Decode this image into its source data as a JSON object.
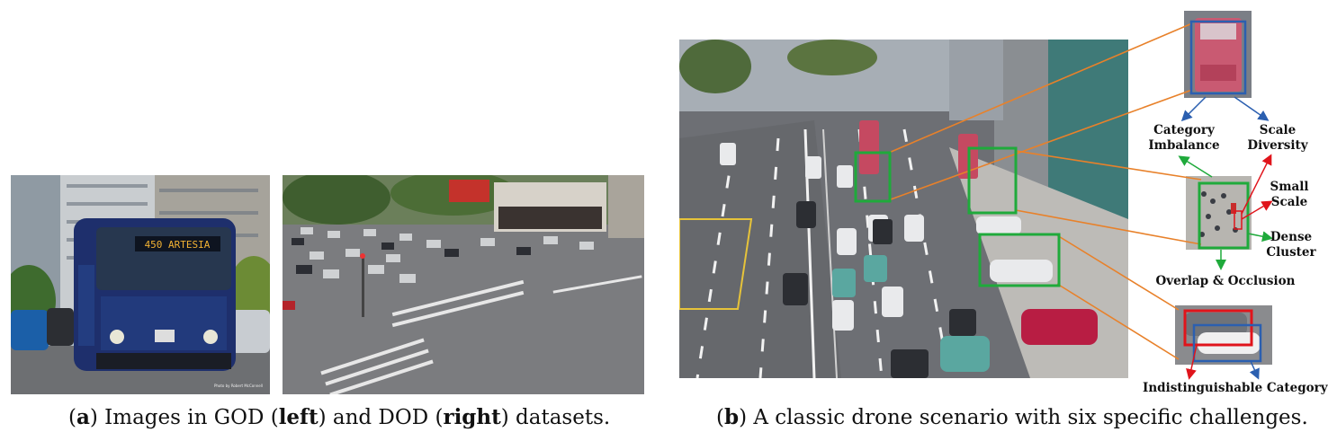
{
  "figure": {
    "caption_a": {
      "tag": "a",
      "part1": " Images in GOD (",
      "left": "left",
      "part2": ") and DOD (",
      "right": "right",
      "part3": ") datasets."
    },
    "caption_b": {
      "tag": "b",
      "text": " A classic drone scenario with six specific challenges."
    },
    "bus_sign": "450 ARTESIA",
    "photo_credit": "Photo by Robert McConnell",
    "challenges": {
      "category_imbalance": [
        "Category",
        "Imbalance"
      ],
      "scale_diversity": [
        "Scale",
        "Diversity"
      ],
      "small_scale": [
        "Small",
        "Scale"
      ],
      "dense_cluster": [
        "Dense",
        "Cluster"
      ],
      "overlap_occlusion": "Overlap & Occlusion",
      "indistinguishable_category": "Indistinguishable Category"
    },
    "colors": {
      "green_box": "#1faa3b",
      "blue_box": "#2b5fb0",
      "red_box": "#e0141b",
      "orange_line": "#e8812a"
    }
  }
}
